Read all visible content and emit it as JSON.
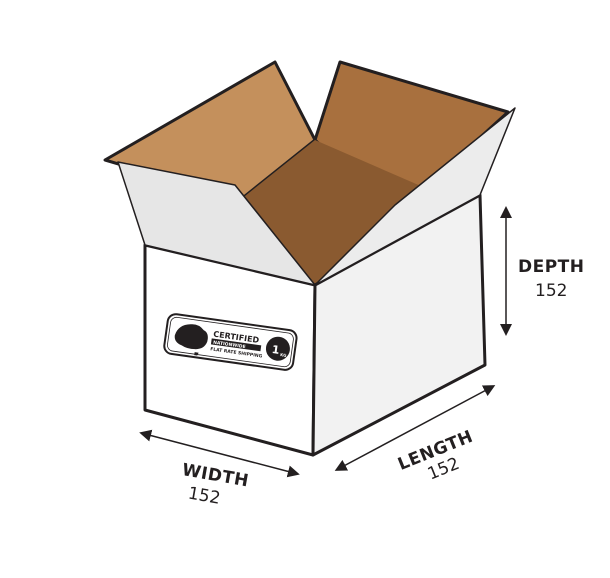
{
  "dimensions": {
    "depth": {
      "label": "DEPTH",
      "value": "152"
    },
    "length": {
      "label": "LENGTH",
      "value": "152"
    },
    "width": {
      "label": "WIDTH",
      "value": "152"
    }
  },
  "badge": {
    "title": "CERTIFIED",
    "subtitle": "NATIONWIDE",
    "tagline": "FLAT RATE SHIPPING",
    "weight": "1",
    "unit": "KG"
  },
  "colors": {
    "box_white": "#ffffff",
    "box_side_shade": "#f2f2f2",
    "flap_grey": "#e6e6e6",
    "cardboard_light": "#c4905c",
    "cardboard_mid": "#a8703e",
    "cardboard_dark": "#8a5a30",
    "outline": "#231f20"
  }
}
